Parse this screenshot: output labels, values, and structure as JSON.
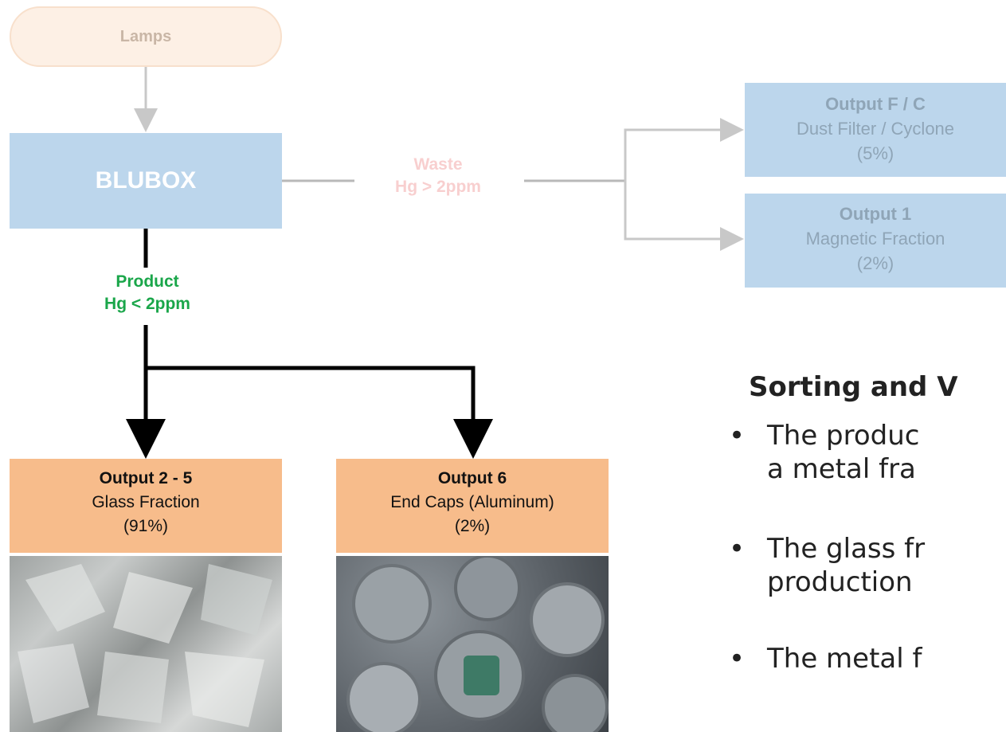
{
  "lamps": {
    "label": "Lamps"
  },
  "blubox": {
    "label": "BLUBOX"
  },
  "waste": {
    "line1": "Waste",
    "line2": "Hg > 2ppm"
  },
  "product": {
    "line1": "Product",
    "line2": "Hg < 2ppm"
  },
  "output_fc": {
    "title": "Output F / C",
    "desc": "Dust Filter / Cyclone",
    "pct": "(5%)"
  },
  "output_1": {
    "title": "Output 1",
    "desc": "Magnetic Fraction",
    "pct": "(2%)"
  },
  "output_2_5": {
    "title": "Output 2 - 5",
    "desc": "Glass Fraction",
    "pct": "(91%)"
  },
  "output_6": {
    "title": "Output 6",
    "desc": "End Caps (Aluminum)",
    "pct": "(2%)"
  },
  "section": {
    "heading": "Sorting and V",
    "bullets": [
      {
        "line1": "The produc",
        "line2": "a metal fra"
      },
      {
        "line1": "The glass fr",
        "line2": "production"
      },
      {
        "line1": "The metal f",
        "line2": ""
      }
    ]
  },
  "colors": {
    "blue_box": "#bcd6ec",
    "orange_box": "#f7bc8b",
    "product_green": "#1aa64a",
    "waste_pink": "#f8cfcf",
    "arrow_black": "#000000",
    "arrow_grey": "#c8c8c8"
  },
  "icons": [
    "glass-fraction-photo",
    "end-caps-photo"
  ]
}
